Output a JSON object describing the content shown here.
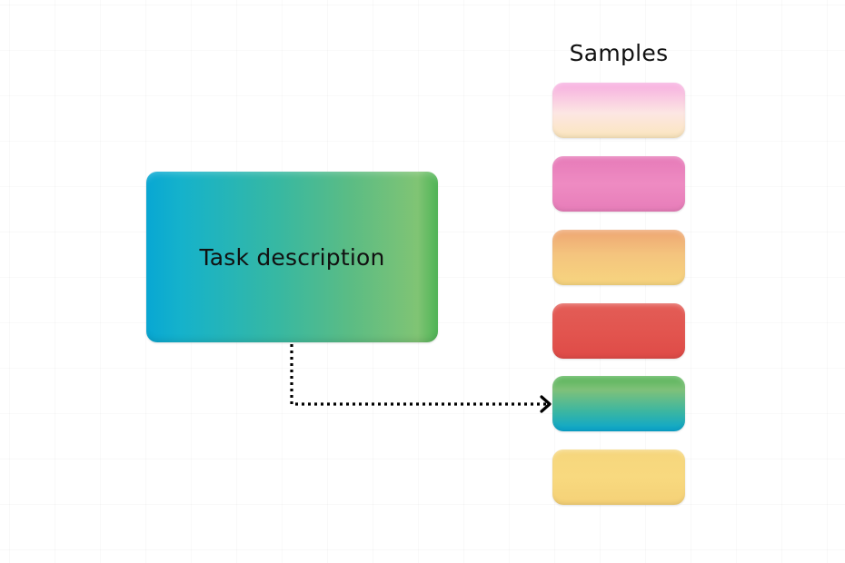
{
  "task": {
    "label": "Task description",
    "colors": [
      "#08a7d3",
      "#37b8a2",
      "#80c474"
    ]
  },
  "samples": {
    "title": "Samples",
    "items": [
      {
        "color": "#f7aee0"
      },
      {
        "color": "#ee8bc2"
      },
      {
        "color": "#f4c47e"
      },
      {
        "color": "#e2554f"
      },
      {
        "color": "#3ab6a2",
        "highlighted": true
      },
      {
        "color": "#f8d97f"
      }
    ]
  },
  "connector": {
    "style": "dotted",
    "from": "task-box",
    "to": "sample-5",
    "arrowhead": "open-chevron",
    "color": "#000000"
  }
}
